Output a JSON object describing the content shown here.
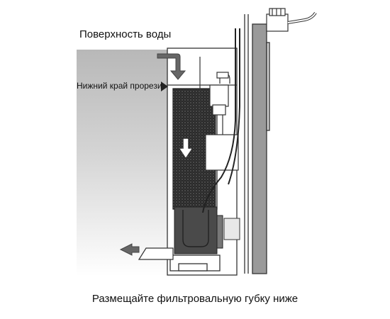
{
  "labels": {
    "water_surface": "Поверхность воды",
    "slot_bottom_edge": "Нижний край прорези",
    "caption": "Размещайте фильтровальную губку ниже"
  },
  "icons": {
    "inflow_arrow": "arrow-down-curved-icon",
    "flow_arrow": "arrow-down-icon",
    "slot_marker": "triangle-right-icon",
    "outflow_arrow": "arrow-left-icon"
  },
  "colors": {
    "water_top": "#b8b8b8",
    "water_bottom": "#ffffff",
    "sponge": "#2a2a2a",
    "pump": "#4a4a4a",
    "outline": "#333333"
  }
}
